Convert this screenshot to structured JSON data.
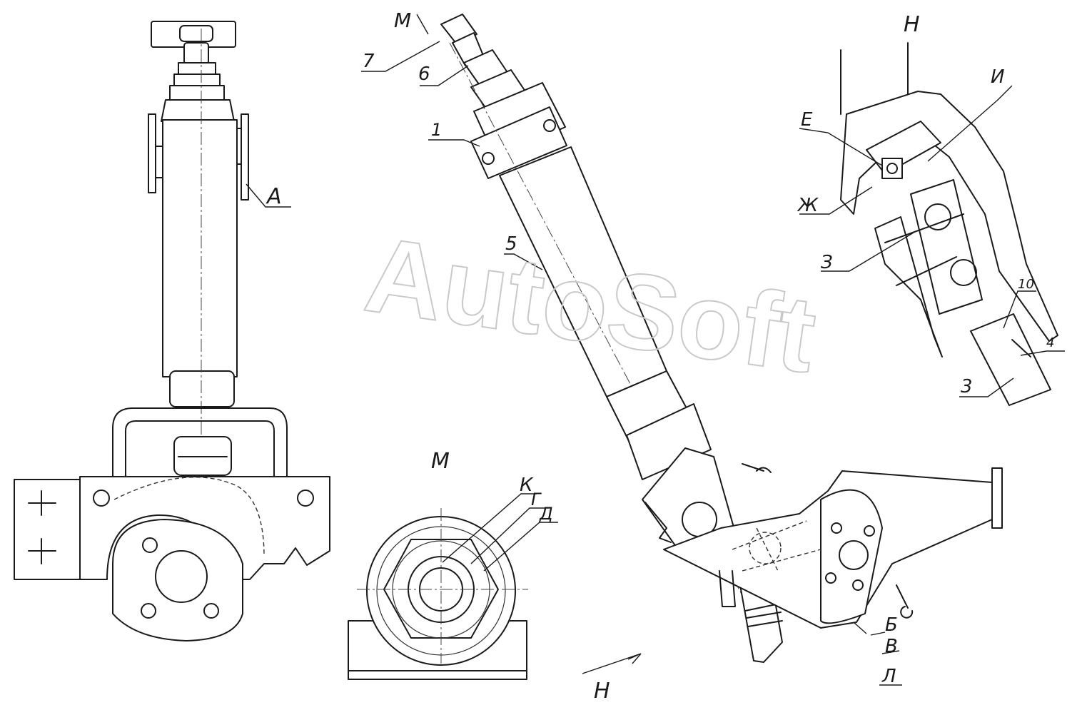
{
  "labels": {
    "A": "А",
    "M_arrow": "М",
    "n7": "7",
    "n6": "6",
    "n1": "1",
    "n5": "5",
    "H_title": "Н",
    "E": "Е",
    "I": "И",
    "ZH": "Ж",
    "Z1": "З",
    "n10": "10",
    "n4": "4",
    "n3": "3",
    "M_title": "М",
    "K": "К",
    "G": "Г",
    "D": "Д",
    "B": "Б",
    "V": "В",
    "L": "Л",
    "H_arrow": "Н"
  },
  "watermark": "AutoSoft",
  "colors": {
    "line": "#1a1a1a",
    "watermark": "#c9c9c9",
    "background": "#ffffff"
  }
}
